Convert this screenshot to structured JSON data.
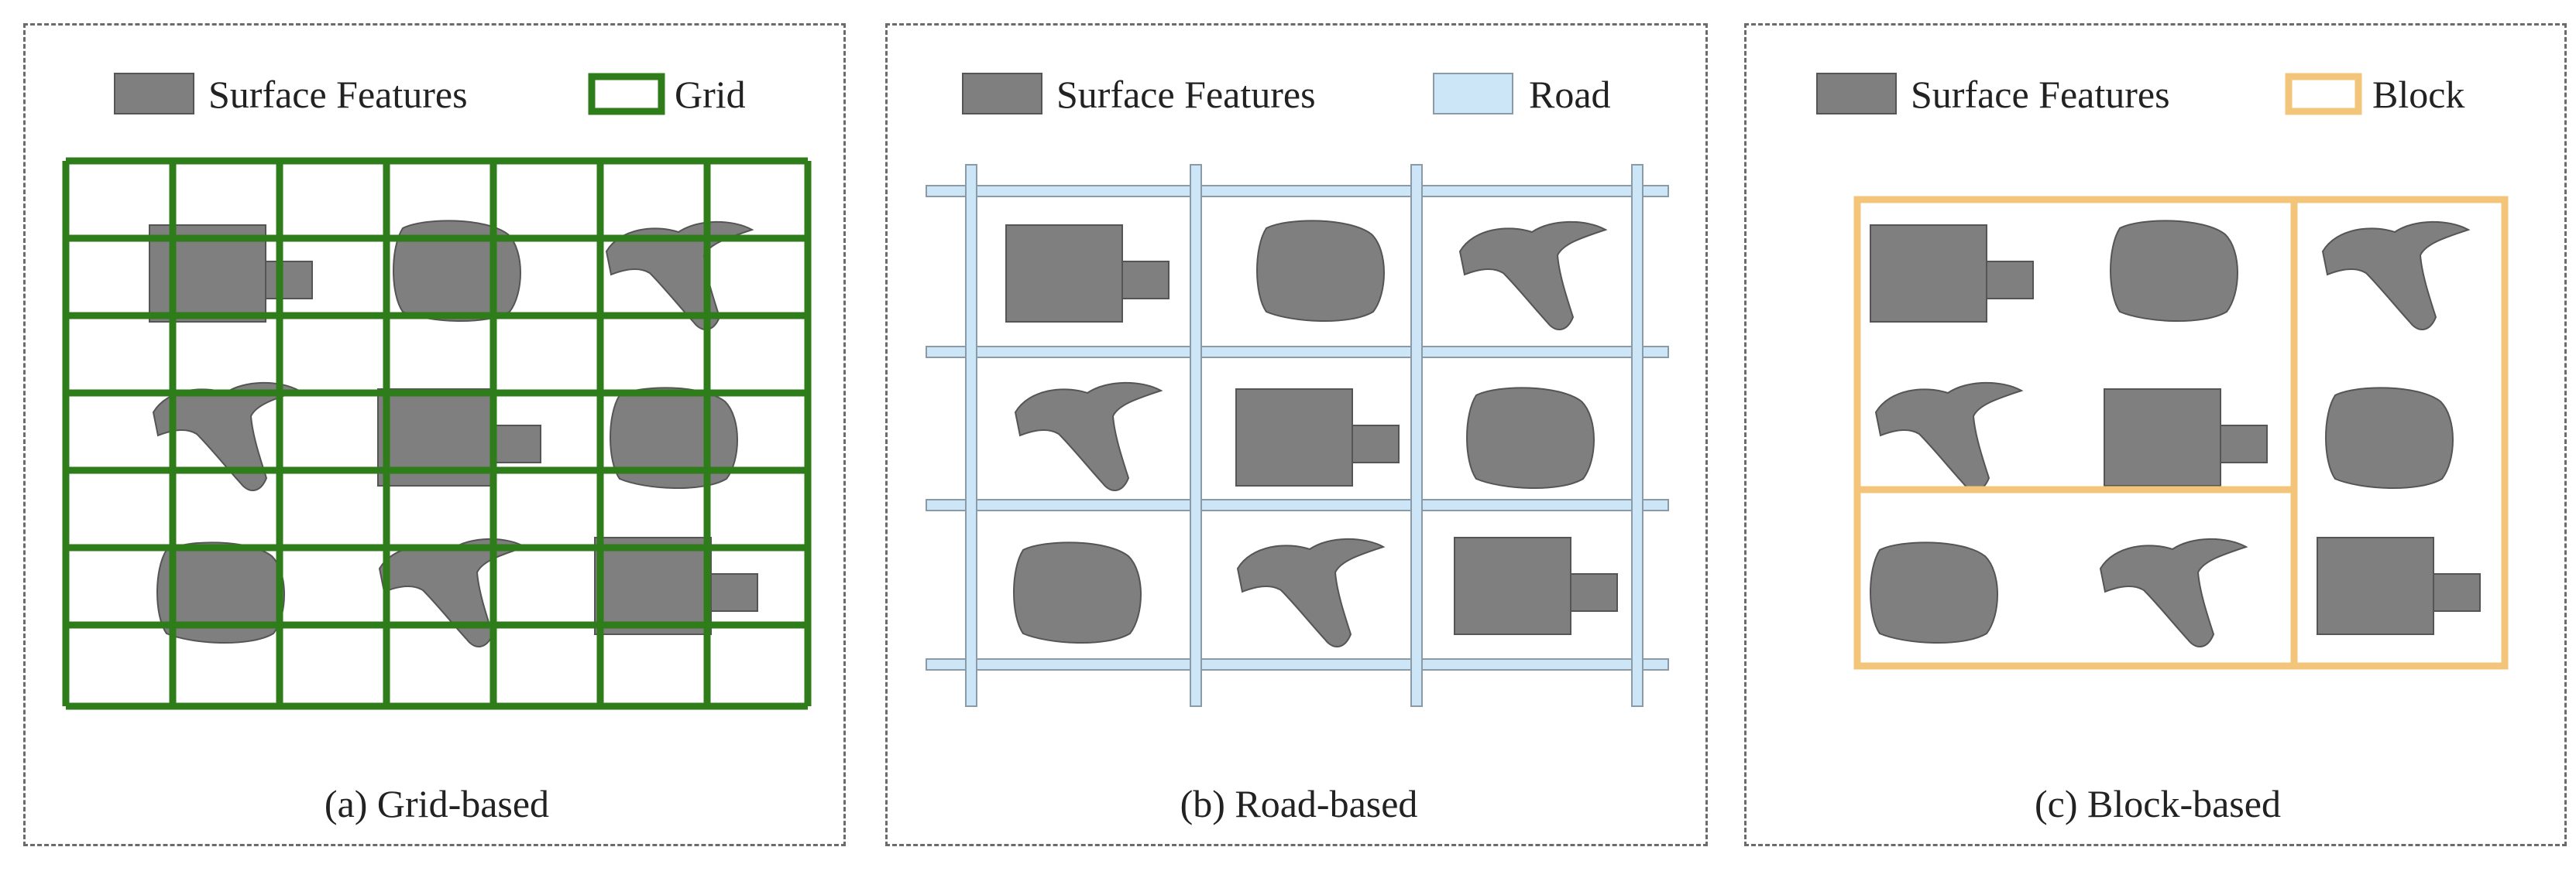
{
  "panels": {
    "a": {
      "legend_features": "Surface Features",
      "legend_unit": "Grid",
      "caption": "(a) Grid-based"
    },
    "b": {
      "legend_features": "Surface Features",
      "legend_unit": "Road",
      "caption": "(b) Road-based"
    },
    "c": {
      "legend_features": "Surface Features",
      "legend_unit": "Block",
      "caption": "(c) Block-based"
    }
  },
  "colors": {
    "feature": "#7f7f7f",
    "grid": "#2e7d1a",
    "road_fill": "#cce6f7",
    "road_stroke": "#8a9aa6",
    "block": "#f3c57a",
    "border": "#6b6b6b"
  }
}
